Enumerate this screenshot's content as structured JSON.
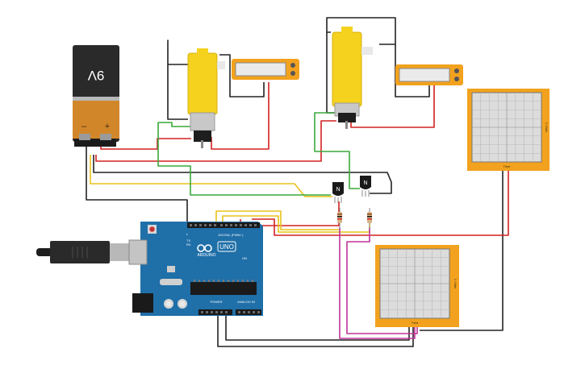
{
  "battery": {
    "voltage_label": "9V",
    "minus": "–",
    "plus": "+"
  },
  "arduino": {
    "brand": "ARDUINO",
    "model": "UNO",
    "digital_header": "DIGITAL (PWM~)",
    "power_header": "POWER",
    "analog_header": "ANALOG IN",
    "tx": "TX",
    "rx": "RX",
    "l": "L",
    "on": "ON"
  },
  "transistors": [
    {
      "label": "N"
    },
    {
      "label": "N"
    }
  ],
  "oscilloscopes": [
    {
      "side_label": "1 V/div",
      "time_label": "Time"
    },
    {
      "side_label": "1 V/div",
      "time_label": "Time"
    }
  ],
  "colors": {
    "wire_black": "#222222",
    "wire_red": "#d42020",
    "wire_yellow": "#e8c21a",
    "wire_green": "#3aa83a",
    "wire_magenta": "#c0339a",
    "scope_orange": "#f2a21e",
    "arduino_blue": "#1f6fa8",
    "motor_yellow": "#f5d21e"
  }
}
